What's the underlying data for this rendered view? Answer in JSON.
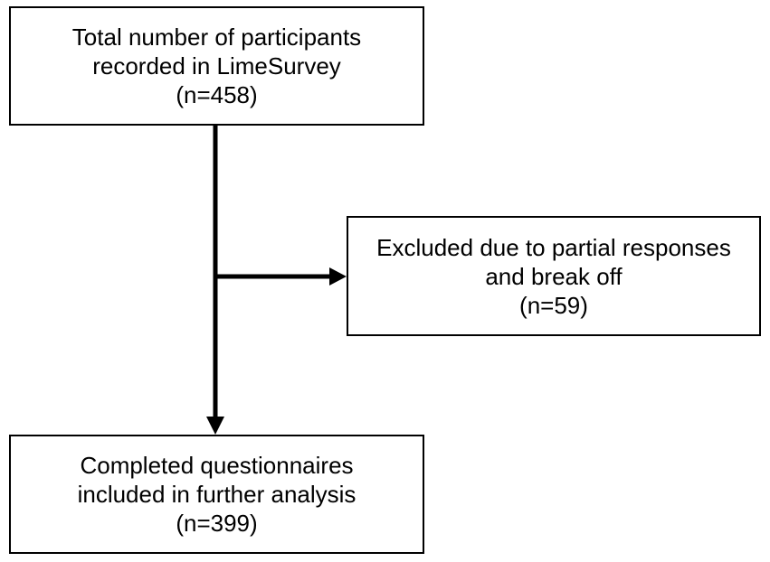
{
  "boxes": {
    "total": {
      "line1": "Total number of participants",
      "line2": "recorded in LimeSurvey",
      "count": "(n=458)"
    },
    "excluded": {
      "line1": "Excluded due to partial responses",
      "line2": "and break off",
      "count": "(n=59)"
    },
    "completed": {
      "line1": "Completed questionnaires",
      "line2": "included in further analysis",
      "count": "(n=399)"
    }
  },
  "colors": {
    "stroke": "#000000",
    "background": "#ffffff"
  }
}
